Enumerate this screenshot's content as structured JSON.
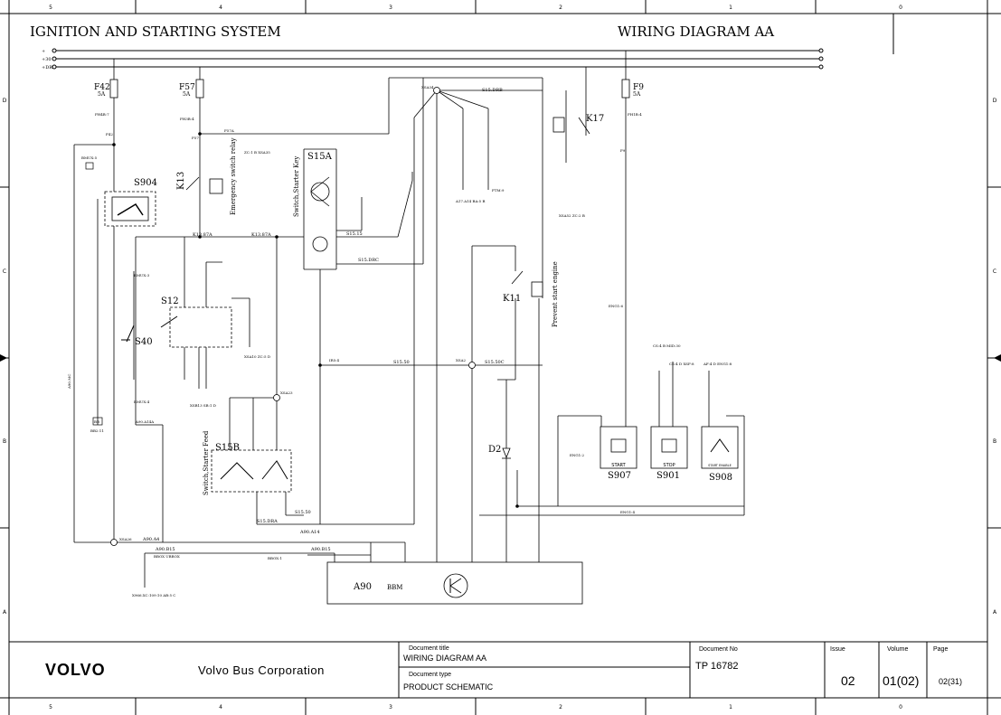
{
  "header": {
    "system_title": "IGNITION AND STARTING SYSTEM",
    "diagram_title": "WIRING DIAGRAM AA"
  },
  "border": {
    "top_cols": [
      "5",
      "4",
      "3",
      "2",
      "1",
      "0"
    ],
    "bottom_cols": [
      "5",
      "4",
      "3",
      "2",
      "1",
      "0"
    ],
    "left_rows": [
      "D",
      "C",
      "B",
      "A"
    ],
    "right_rows": [
      "D",
      "C",
      "B",
      "A"
    ]
  },
  "rails": [
    "+",
    "+30",
    "+DR"
  ],
  "fuses": [
    {
      "id": "F42",
      "rating": "5A",
      "wire": "FH4B:7",
      "feed": "F42"
    },
    {
      "id": "F57",
      "rating": "5A",
      "wire": "FH3B:4",
      "feed": "F57"
    },
    {
      "id": "F9",
      "rating": "5A",
      "wire": "FH1B:4",
      "feed": "F9"
    }
  ],
  "components": {
    "S904": "S904",
    "K13": "K13",
    "K13_label": "Emergency switch relay",
    "S15A": "S15A",
    "S15A_label": "Switch,Starter Key",
    "S12": "S12",
    "S40": "S40",
    "S15B": "S15B",
    "S15B_label": "Switch,Starter Feed",
    "K17": "K17",
    "K11": "K11",
    "K11_label": "Prevent start engine",
    "D2": "D2",
    "S907": "S907",
    "S907_label": "START",
    "S901": "S901",
    "S901_label": "STOP",
    "S908": "S908",
    "S908_label": "START ENABLE",
    "A90": "A90",
    "A90_sub": "BBM",
    "BB": "BB",
    "BB_ref": "BB2:11"
  },
  "wires": {
    "s15drb": "S15.DRB",
    "xsa34": "XSA34",
    "s15drc": "S15.DRC",
    "s15_15": "S15.15",
    "k13_87a": "K13.87A",
    "s15_50": "S15.50",
    "s15_50c": "S15.50C",
    "s15_dra": "S15.DRA",
    "s15_50b": "S15.50",
    "a90_a14": "A90.A14",
    "a90_a4": "A90.A4",
    "a90_b15": "A90.B15",
    "a90_b15b": "A90.B15",
    "xsa26": "XSA26",
    "bbbox": "BBOX UBBOX",
    "bbox1": "BBOX:1",
    "eng1_4": "ENG1:4",
    "eng1_2": "ENG1:2",
    "eng1_6": "ENG1:6",
    "f57a": "F57A",
    "xsa23": "XSA23",
    "ir5_4": "IR5:4",
    "xsa2": "XSA2",
    "a90a4a": "A90.A14A",
    "a90mc": "A90.MC",
    "bmux5": "BMUX:5",
    "bmux3": "BMUX:3",
    "bmux4": "BMUX:4",
    "ftm": "FTM:9",
    "xsa52": "XSA52 ZC:2 B",
    "cs4b": "CS:4 B MID:30",
    "cs4d": "CS:4 D XSF:8",
    "af4d": "AF:4 D ENG1:8",
    "x966": "X966.XC:109:10 AB:5 C",
    "a17": "A17.A14 BA:5 B",
    "zc1b": "ZC:1 B XSA35",
    "xsa10": "XSA10 ZC:5 D",
    "xsb13": "XSB13 SB:1 D"
  },
  "title_block": {
    "company": "Volvo Bus Corporation",
    "logo": "VOLVO",
    "doc_title_caption": "Document title",
    "doc_title": "WIRING DIAGRAM AA",
    "doc_type_caption": "Document type",
    "doc_type": "PRODUCT SCHEMATIC",
    "doc_no_caption": "Document No",
    "doc_no": "TP 16782",
    "issue_caption": "Issue",
    "issue": "02",
    "volume_caption": "Volume",
    "volume": "01(02)",
    "page_caption": "Page",
    "page": "02(31)"
  }
}
